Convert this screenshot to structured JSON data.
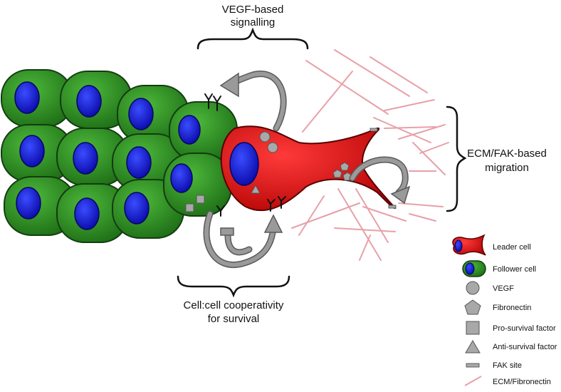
{
  "labels": {
    "vegf_line1": "VEGF-based",
    "vegf_line2": "signalling",
    "ecm_line1": "ECM/FAK-based",
    "ecm_line2": "migration",
    "coop_line1": "Cell:cell cooperativity",
    "coop_line2": "for survival"
  },
  "legend": [
    {
      "icon": "leader-cell-icon",
      "label": "Leader cell"
    },
    {
      "icon": "follower-cell-icon",
      "label": "Follower cell"
    },
    {
      "icon": "vegf-circle-icon",
      "label": "VEGF"
    },
    {
      "icon": "fibronectin-pentagon-icon",
      "label": "Fibronectin"
    },
    {
      "icon": "pro-survival-square-icon",
      "label": "Pro-survival factor"
    },
    {
      "icon": "anti-survival-triangle-icon",
      "label": "Anti-survival factor"
    },
    {
      "icon": "fak-site-icon",
      "label": "FAK site"
    },
    {
      "icon": "ecm-line-icon",
      "label": "ECM/Fibronectin"
    }
  ],
  "colors": {
    "follower_fill": "#2e8b22",
    "follower_stroke": "#123d10",
    "nucleus_fill": "#1a1adb",
    "leader_fill": "#e01010",
    "leader_stroke": "#5a0000",
    "arrow": "#8c8c8c",
    "ecm": "#e8a0a8",
    "factor": "#a8a8a8"
  }
}
